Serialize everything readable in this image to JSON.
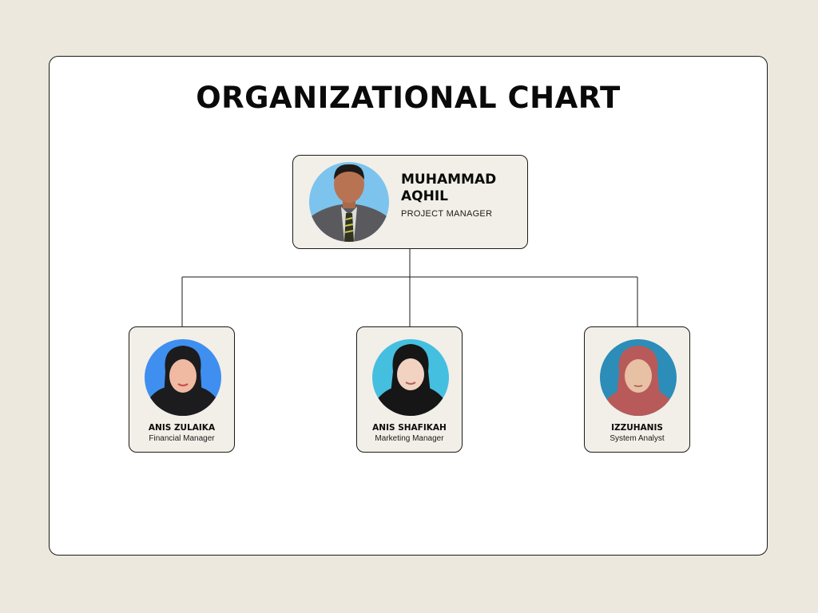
{
  "title": "ORGANIZATIONAL CHART",
  "manager": {
    "name": "MUHAMMAD\nAQHIL",
    "role": "PROJECT MANAGER",
    "photo_bg": "#7cc4ee"
  },
  "members": [
    {
      "name": "ANIS ZULAIKA",
      "role": "Financial Manager",
      "photo_bg": "#3f8ff0"
    },
    {
      "name": "ANIS SHAFIKAH",
      "role": "Marketing Manager",
      "photo_bg": "#45bfe0"
    },
    {
      "name": "IZZUHANIS",
      "role": "System Analyst",
      "photo_bg": "#2b8db8"
    }
  ],
  "colors": {
    "page_background": "#ede8dd",
    "card_background": "#ffffff",
    "node_background": "#f2efe8",
    "outline": "#1a1a1a"
  }
}
